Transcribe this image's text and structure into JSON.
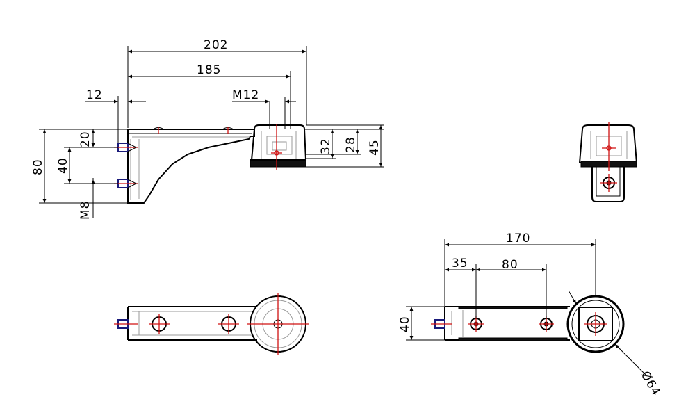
{
  "dimensions": {
    "side": {
      "overall_length": "202",
      "length_to_axis": "185",
      "offset": "12",
      "thread_top": "M12",
      "height_total": "80",
      "hole_spacing": "40",
      "top_offset": "20",
      "thread_bottom": "M8",
      "height_small": "32",
      "height_mid": "28",
      "height_large": "45"
    },
    "plan": {
      "length": "170",
      "first_hole": "35",
      "hole_spacing": "80",
      "width": "40",
      "diameter": "Ø64"
    }
  }
}
